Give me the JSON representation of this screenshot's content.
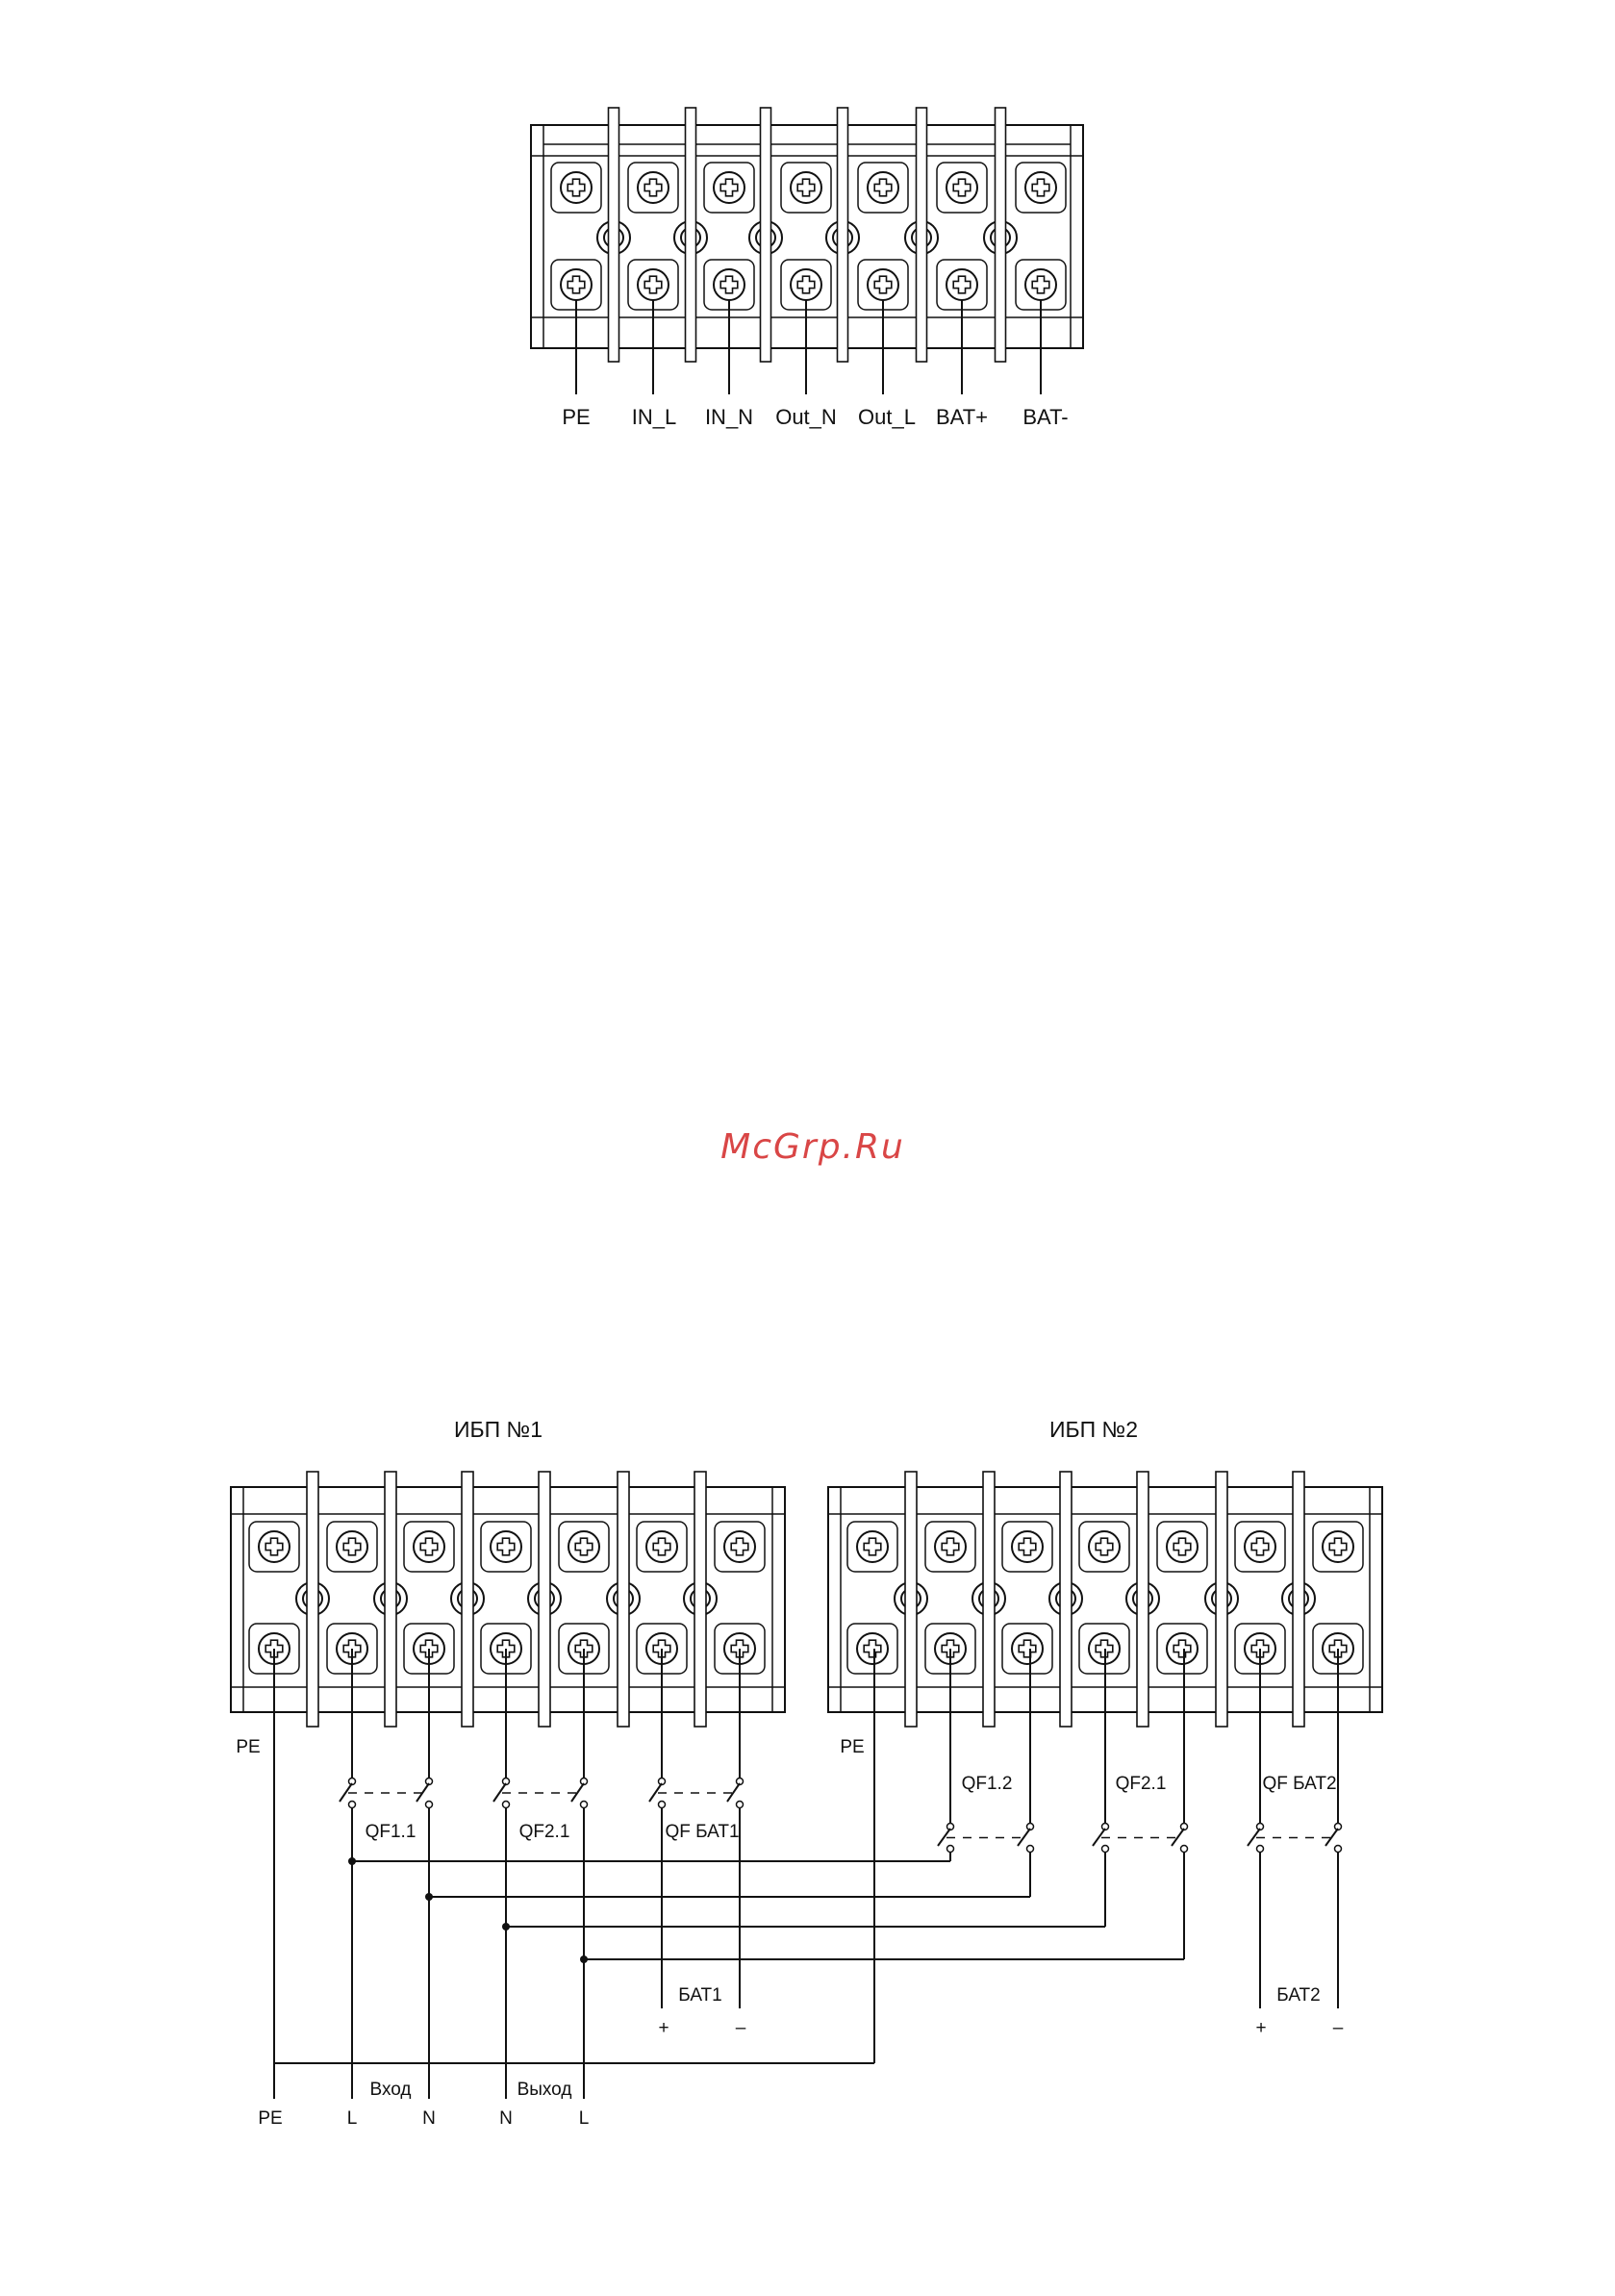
{
  "top_block": {
    "labels": [
      "PE",
      "IN_L",
      "IN_N",
      "Out_N",
      "Out_L",
      "BAT+",
      "BAT-"
    ]
  },
  "watermark": "McGrp.Ru",
  "ups1": {
    "title": "ИБП №1",
    "pe_label": "PE"
  },
  "ups2": {
    "title": "ИБП №2",
    "pe_label": "PE"
  },
  "breakers": {
    "qf11": "QF1.1",
    "qf21a": "QF2.1",
    "qfbat1": "QF БАТ1",
    "qf12": "QF1.2",
    "qf21b": "QF2.1",
    "qfbat2": "QF БАТ2"
  },
  "batteries": {
    "bat1": {
      "label": "БАТ1",
      "plus": "+",
      "minus": "–"
    },
    "bat2": {
      "label": "БАТ2",
      "plus": "+",
      "minus": "–"
    }
  },
  "bottom": {
    "input_label": "Вход",
    "output_label": "Выход",
    "terminals": [
      "PE",
      "L",
      "N",
      "N",
      "L"
    ]
  },
  "colors": {
    "ink": "#111111",
    "watermark": "#d94646"
  }
}
